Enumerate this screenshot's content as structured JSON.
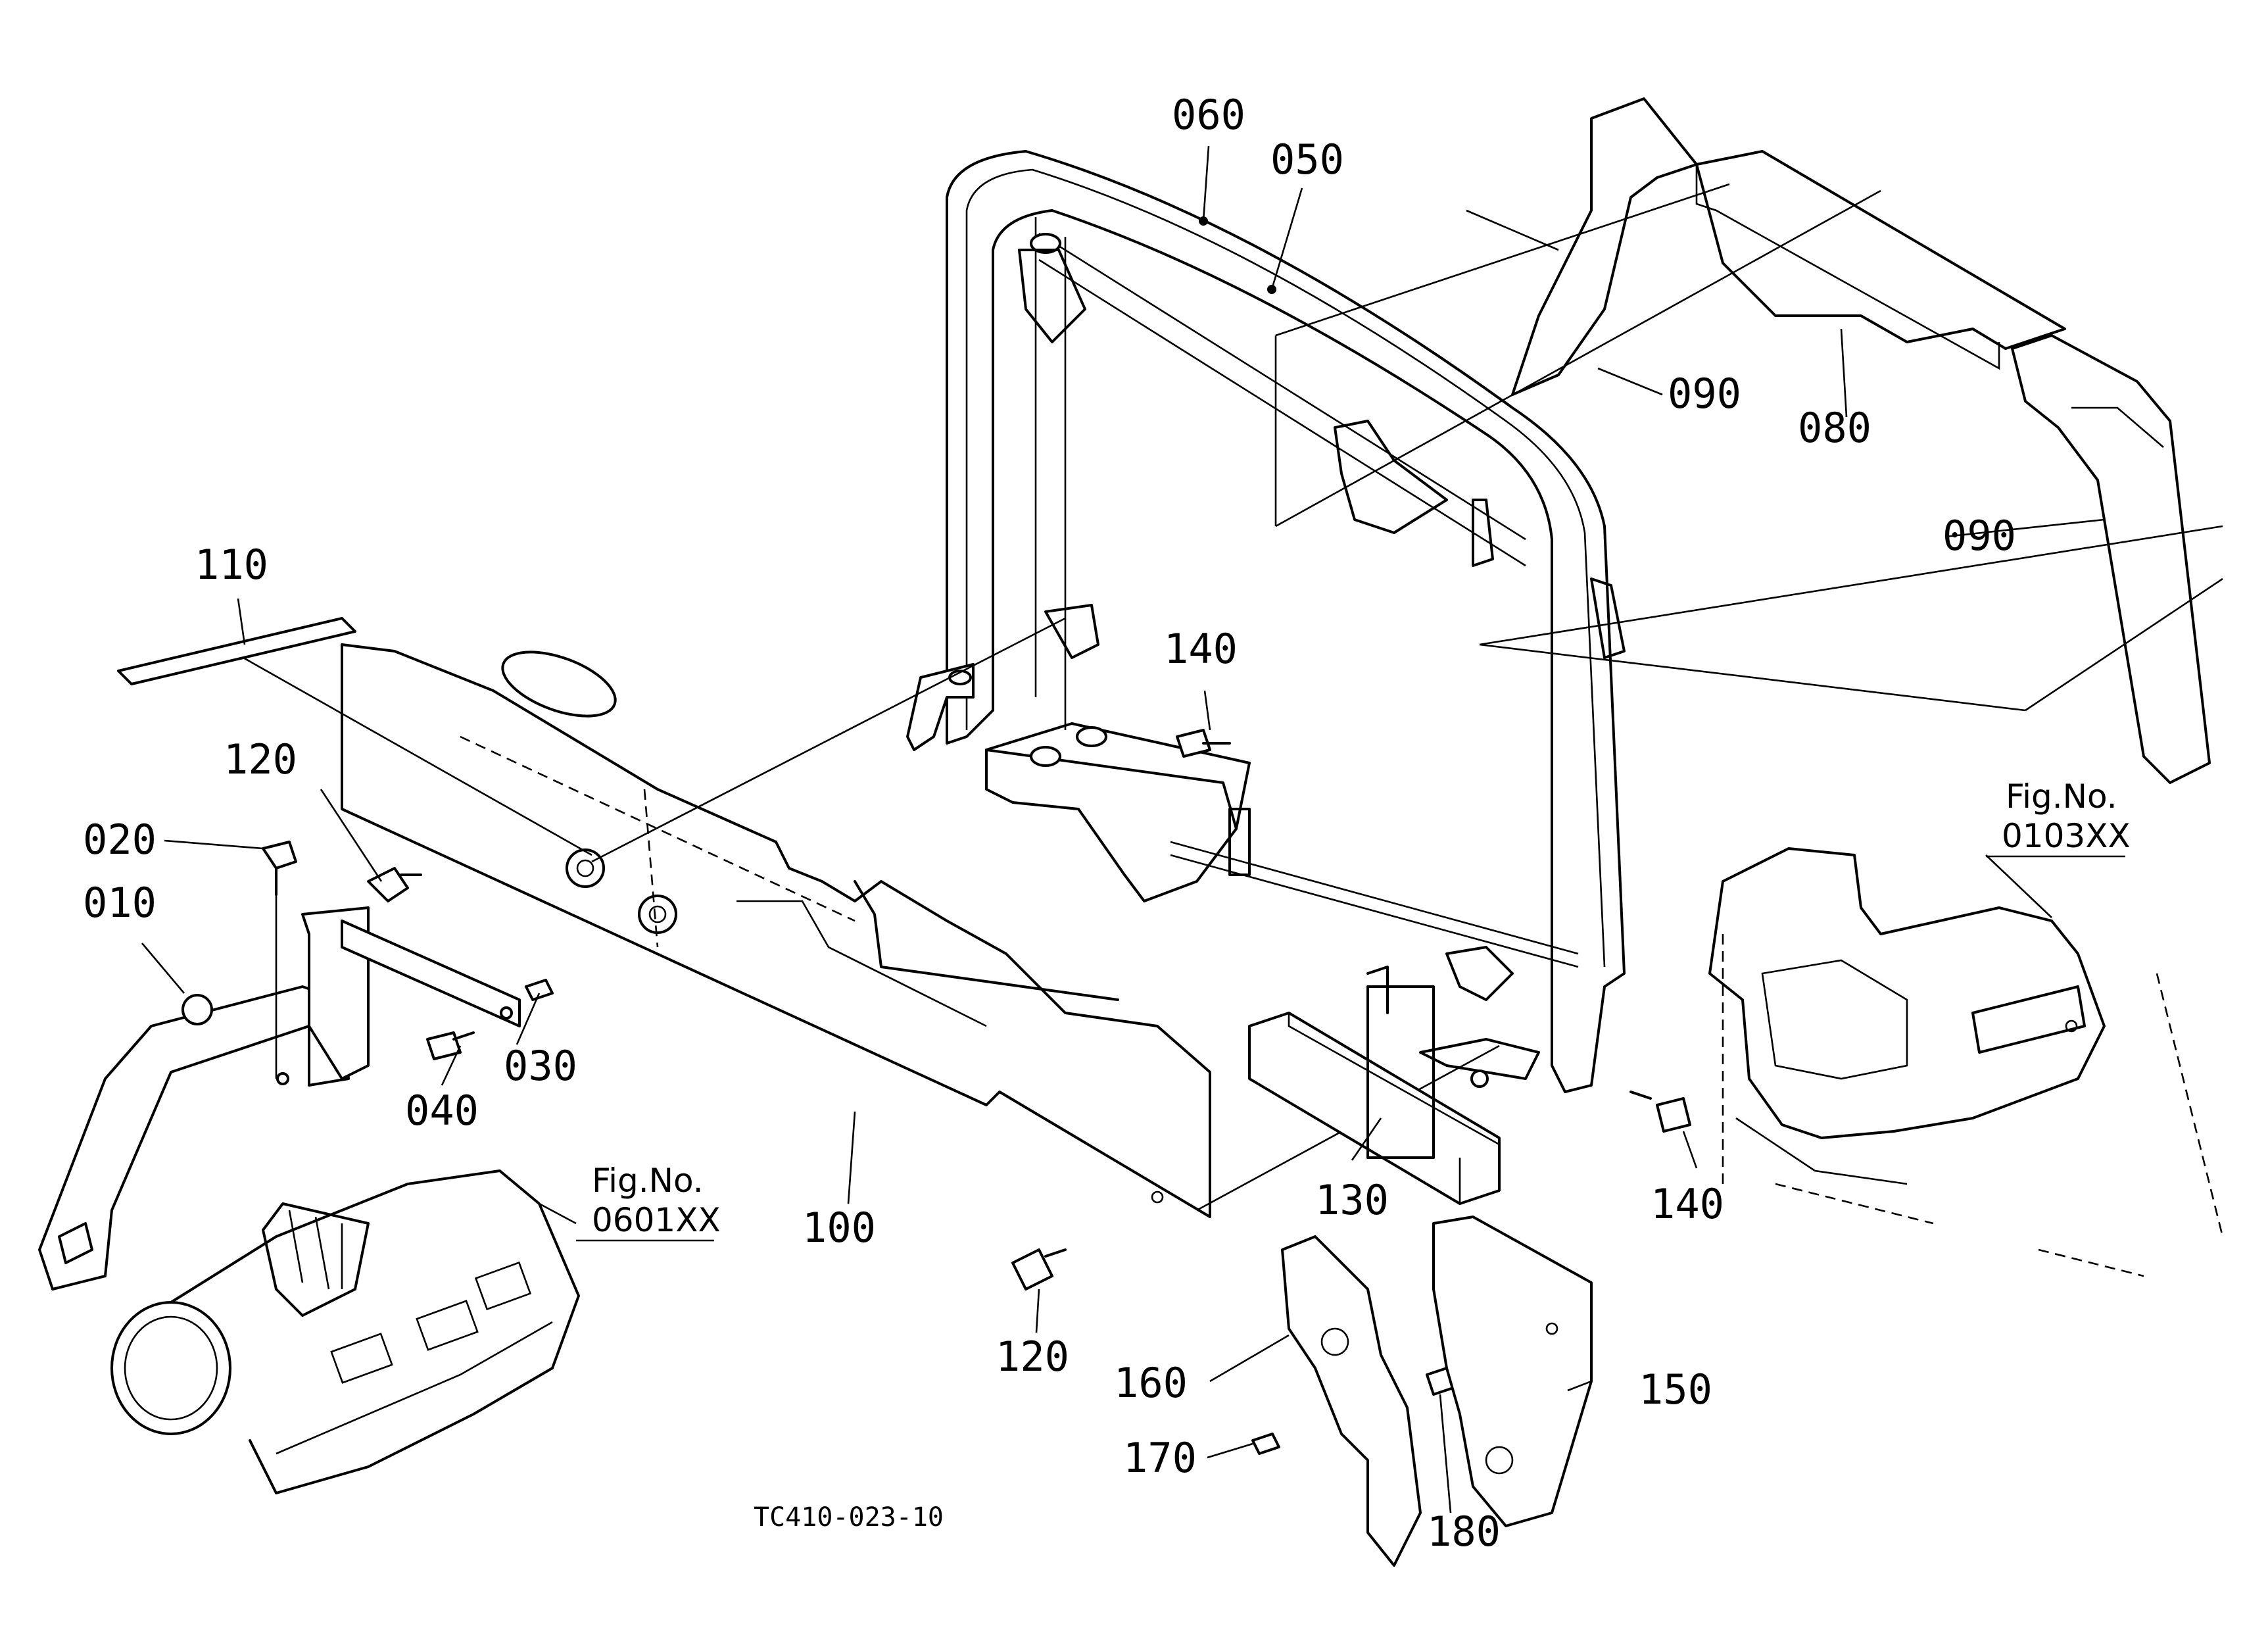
{
  "diagram": {
    "figure_code": "TC410-023-10",
    "cross_references": [
      {
        "fig_label": "Fig.No.",
        "fig_number": "0601XX"
      },
      {
        "fig_label": "Fig.No.",
        "fig_number": "0103XX"
      }
    ],
    "callouts": [
      {
        "id": "010",
        "label": "010"
      },
      {
        "id": "020",
        "label": "020"
      },
      {
        "id": "030",
        "label": "030"
      },
      {
        "id": "040",
        "label": "040"
      },
      {
        "id": "050",
        "label": "050"
      },
      {
        "id": "060",
        "label": "060"
      },
      {
        "id": "080",
        "label": "080"
      },
      {
        "id": "090a",
        "label": "090"
      },
      {
        "id": "090b",
        "label": "090"
      },
      {
        "id": "100",
        "label": "100"
      },
      {
        "id": "110",
        "label": "110"
      },
      {
        "id": "120a",
        "label": "120"
      },
      {
        "id": "120b",
        "label": "120"
      },
      {
        "id": "130",
        "label": "130"
      },
      {
        "id": "140a",
        "label": "140"
      },
      {
        "id": "140b",
        "label": "140"
      },
      {
        "id": "150",
        "label": "150"
      },
      {
        "id": "160",
        "label": "160"
      },
      {
        "id": "170",
        "label": "170"
      },
      {
        "id": "180",
        "label": "180"
      }
    ]
  }
}
